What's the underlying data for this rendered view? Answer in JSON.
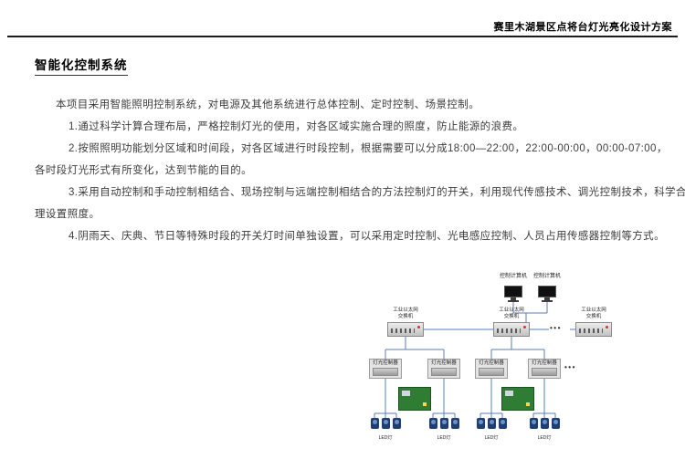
{
  "header": {
    "title": "赛里木湖景区点将台灯光亮化设计方案"
  },
  "section": {
    "title": "智能化控制系统"
  },
  "body": {
    "lines": [
      "本项目采用智能照明控制系统，对电源及其他系统进行总体控制、定时控制、场景控制。",
      "1.通过科学计算合理布局，严格控制灯光的使用，对各区域实施合理的照度，防止能源的浪费。",
      "2.按照照明功能划分区域和时间段，对各区域进行时段控制，根据需要可以分成18:00—22:00，22:00-00:00，00:00-07:00，",
      "各时段灯光形式有所变化，达到节能的目的。",
      "3.采用自动控制和手动控制相结合、现场控制与远端控制相结合的方法控制灯的开关，利用现代传感技术、调光控制技术，科学合",
      "理设置照度。",
      "4.阴雨天、庆典、节日等特殊时段的开关灯时间单独设置，可以采用定时控制、光电感应控制、人员占用传感器控制等方式。"
    ]
  },
  "diagram": {
    "computer_label": "控制计算机",
    "switch_label": "工业以太网\n交换机",
    "controller_label": "灯光控制器",
    "led_label": "LED灯",
    "ellipsis": "•••",
    "colors": {
      "wire": "#5b7cb8",
      "switch_led": "#d23430",
      "board_green": "#2e7d32",
      "light_blue": "#1d3f73"
    }
  }
}
